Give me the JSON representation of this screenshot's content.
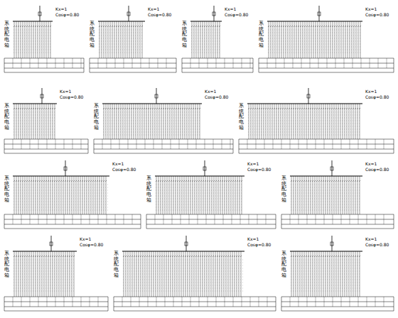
{
  "diagram": {
    "nodes": [
      {
        "text": [
          "系统配电箱"
        ]
      },
      {
        "text": [
          "系统配电箱"
        ]
      },
      {
        "text": [
          "系统配电箱"
        ]
      },
      {
        "text": [
          "系统配电箱"
        ]
      },
      {
        "text": [
          "系统配电箱"
        ]
      },
      {
        "text": [
          "系统配电箱"
        ]
      },
      {
        "text": [
          "系统配电箱"
        ]
      },
      {
        "text": [
          "系统配电箱"
        ]
      },
      {
        "text": [
          "系统配电箱"
        ]
      },
      {
        "text": [
          "系统配电箱"
        ]
      },
      {
        "text": [
          "系统配电箱"
        ]
      },
      {
        "text": [
          "系统配电箱"
        ]
      },
      {
        "text": [
          "系统配电箱"
        ]
      }
    ],
    "labels": [
      "Kx=1",
      "Cosφ=0.80",
      "Kx=1",
      "Cosφ=0.80",
      "Kx=1",
      "Cosφ=0.80",
      "Kx=1",
      "Cosφ=0.80",
      "Kx=1",
      "Cosφ=0.80",
      "Kx=1",
      "Cosφ=0.80",
      "Kx=1",
      "Cosφ=0.80",
      "Kx=1",
      "Cosφ=0.80",
      "Kx=1",
      "Cosφ=0.80",
      "Kx=1",
      "Cosφ=0.80",
      "Kx=1",
      "Cosφ=0.80",
      "Kx=1",
      "Cosφ=0.80",
      "Kx=1",
      "Cosφ=0.80"
    ]
  }
}
